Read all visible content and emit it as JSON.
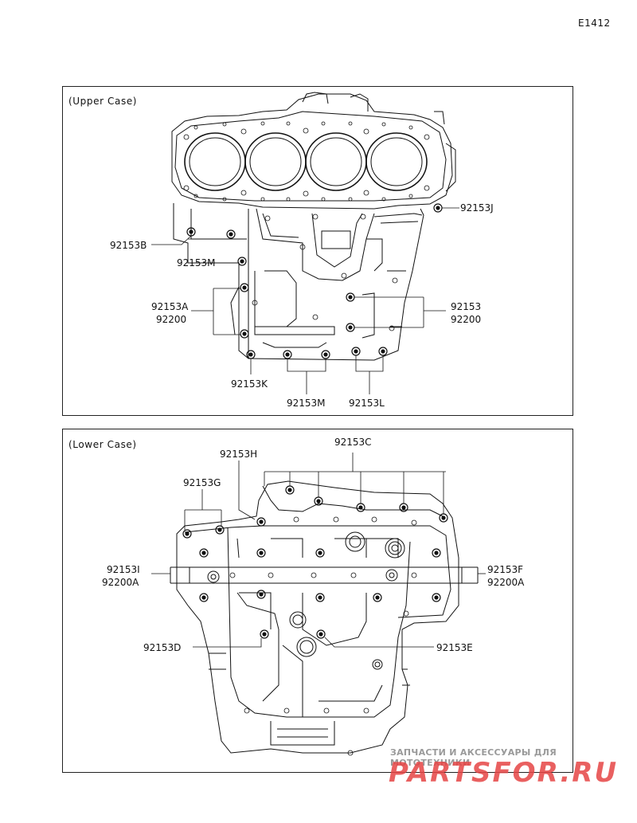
{
  "diagram_code": "E1412",
  "upper_case": {
    "title": "(Upper Case)",
    "labels": {
      "j": "92153J",
      "b": "92153B",
      "m": "92153M",
      "a": "92153A",
      "a_sub": "92200",
      "plain": "92153",
      "plain_sub": "92200",
      "k": "92153K",
      "m2": "92153M",
      "l": "92153L"
    }
  },
  "lower_case": {
    "title": "(Lower Case)",
    "labels": {
      "c": "92153C",
      "h": "92153H",
      "g": "92153G",
      "i": "92153I",
      "i_sub": "92200A",
      "f": "92153F",
      "f_sub": "92200A",
      "d": "92153D",
      "e": "92153E"
    }
  },
  "watermark": {
    "subtitle": "ЗАПЧАСТИ И АКСЕССУАРЫ ДЛЯ МОТОТЕХНИКИ",
    "brand": "PARTSFOR.RU"
  }
}
